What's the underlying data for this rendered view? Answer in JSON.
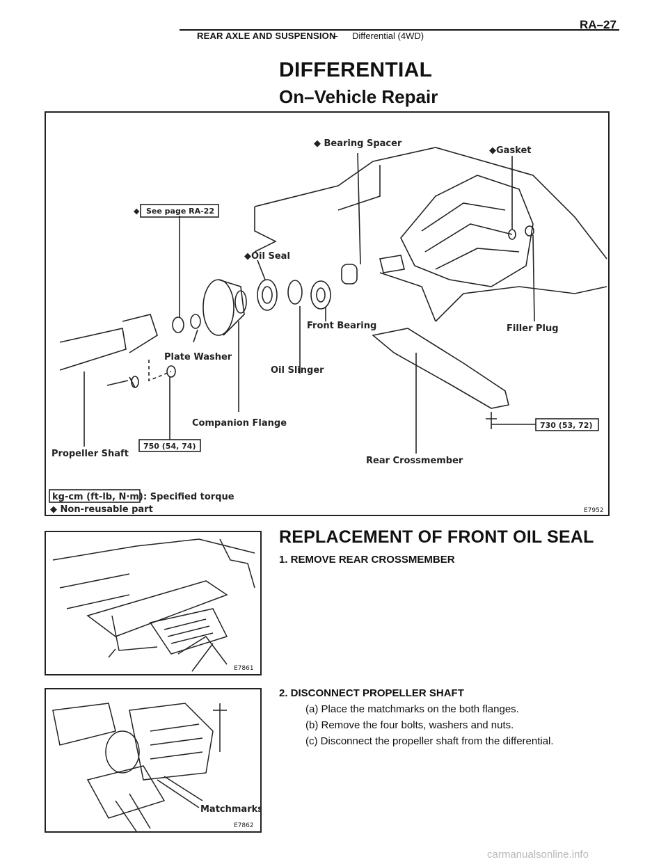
{
  "header": {
    "section": "REAR AXLE AND SUSPENSION",
    "separator": "–",
    "subsection": "Differential (4WD)",
    "page": "RA–27"
  },
  "title": "DIFFERENTIAL",
  "subtitle": "On–Vehicle Repair",
  "figure_main": {
    "labels": {
      "bearing_spacer": "◆ Bearing Spacer",
      "gasket": "◆Gasket",
      "see_page": "See page RA-22",
      "oil_seal": "◆Oil Seal",
      "front_bearing": "Front Bearing",
      "filler_plug": "Filler Plug",
      "plate_washer": "Plate Washer",
      "oil_slinger": "Oil Slinger",
      "companion_flange": "Companion Flange",
      "propeller_shaft": "Propeller Shaft",
      "rear_crossmember": "Rear Crossmember",
      "torque_left": "750 (54, 74)",
      "torque_right": "730 (53, 72)"
    },
    "legend": {
      "units": "kg-cm (ft-lb, N·m)",
      "specified": ": Specified torque",
      "nonreusable": "◆ Non-reusable part"
    },
    "code": "E7952"
  },
  "figure_a": {
    "code": "E7861"
  },
  "figure_b": {
    "label": "Matchmarks",
    "code": "E7862"
  },
  "section": {
    "title": "REPLACEMENT OF FRONT OIL SEAL",
    "step1": "1.  REMOVE REAR CROSSMEMBER",
    "step2": "2.  DISCONNECT PROPELLER SHAFT",
    "step2_items": [
      "(a) Place the matchmarks on the both flanges.",
      "(b) Remove the four bolts, washers and nuts.",
      "(c) Disconnect the propeller shaft from the differential."
    ]
  },
  "footer": {
    "watermark": "carmanualsonline.info"
  }
}
